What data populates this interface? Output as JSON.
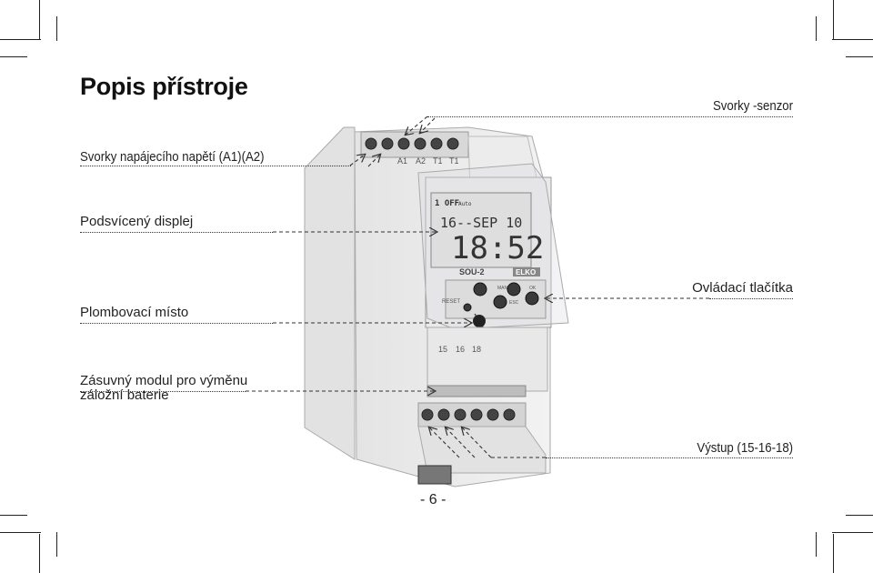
{
  "title": "Popis přístroje",
  "labels": {
    "sensor_terminals": "Svorky -senzor",
    "supply_terminals": "Svorky napájecího napětí (A1)(A2)",
    "backlit_display": "Podsvícený displej",
    "seal_point": "Plombovací místo",
    "control_buttons": "Ovládací tlačítka",
    "battery_module_line1": "Zásuvný modul pro výměnu",
    "battery_module_line2": "záložní baterie",
    "output": "Výstup (15-16-18)"
  },
  "device": {
    "top_terminal_labels": [
      "A1",
      "A2",
      "T1",
      "T1"
    ],
    "display_status": "1 OFF",
    "display_mode": "Auto",
    "display_date": "16--SEP 10",
    "display_time": "18:52",
    "model": "SOU-2",
    "brand": "ELKO",
    "reset_label": "RESET",
    "button_labels": [
      "MAN",
      "OK",
      "ESC"
    ],
    "bottom_terminal_labels": [
      "15",
      "16",
      "18"
    ]
  },
  "page_number": "- 6 -"
}
